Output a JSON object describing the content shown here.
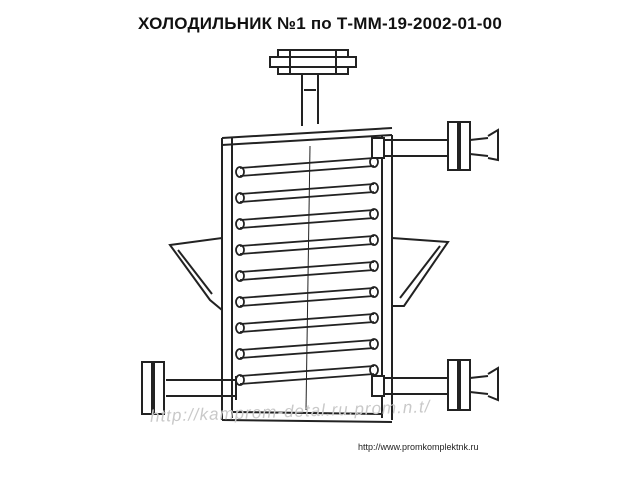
{
  "title": "ХОЛОДИЛЬНИК №1 по Т-ММ-19-2002-01-00",
  "watermark": "http://kamprom-detal.ru.prom.n.t/",
  "url": "http://www.promkomplektnk.ru",
  "colors": {
    "ink": "#222222",
    "paper": "#ffffff",
    "watermark": "#c9c9c9"
  },
  "coil_turns": 9
}
